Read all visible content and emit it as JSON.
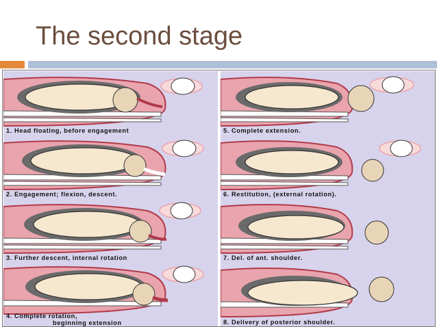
{
  "slide": {
    "title": "The second stage"
  },
  "theme": {
    "title_color": "#6b4e3f",
    "accent_orange": "#e4883a",
    "accent_blue": "#aebfd8",
    "panel_bg": "#d8d3ec",
    "tissue_pink": "#e9a4ad",
    "tissue_dark": "#b03a4a"
  },
  "panels": [
    {
      "caption": "1.  Head floating, before engagement"
    },
    {
      "caption": "5.  Complete extension."
    },
    {
      "caption": "2.  Engagement; flexion, descent."
    },
    {
      "caption": "6.  Restitution, (external rotation)."
    },
    {
      "caption": "3.  Further descent, internal rotation"
    },
    {
      "caption": "7.  Del. of ant. shoulder."
    },
    {
      "caption": "4.  Complete rotation,",
      "caption2": "beginning extension"
    },
    {
      "caption": "8.  Delivery of posterior shoulder."
    }
  ]
}
